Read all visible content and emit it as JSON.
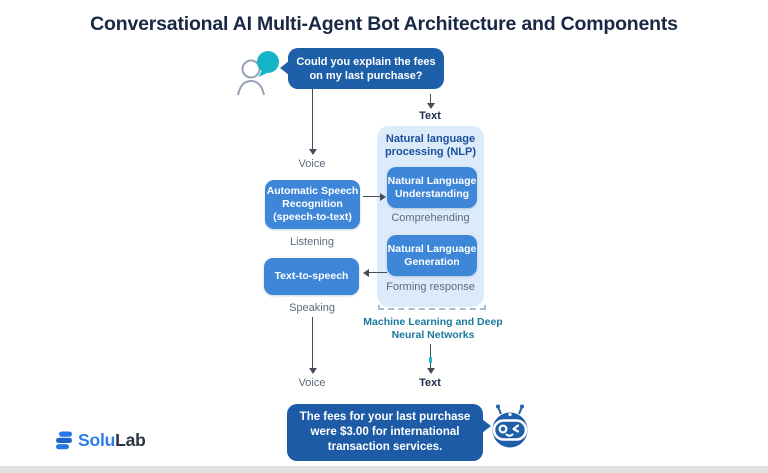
{
  "title": "Conversational AI Multi-Agent Bot Architecture and Components",
  "user": {
    "bubble": "Could you explain the fees\non my last purchase?"
  },
  "flow": {
    "text_top": "Text",
    "voice_top": "Voice",
    "asr": "Automatic Speech\nRecognition\n(speech-to-text)",
    "listening": "Listening",
    "tts": "Text-to-speech",
    "speaking": "Speaking",
    "voice_bottom": "Voice",
    "text_bottom": "Text"
  },
  "nlp": {
    "title": "Natural language\nprocessing (NLP)",
    "nlu": "Natural Language\nUnderstanding",
    "comprehending": "Comprehending",
    "nlg": "Natural Language\nGeneration",
    "forming_response": "Forming response",
    "ml": "Machine Learning and Deep\nNeural Networks"
  },
  "bot": {
    "bubble": "The fees for your last purchase\nwere $3.00 for international\ntransaction services."
  },
  "footer": {
    "logo_part1": "Solu",
    "logo_part2": "Lab"
  },
  "colors": {
    "dark_bubble": "#1d5fa8",
    "process_box_blue": "#3e86d8",
    "nlp_panel_blue": "#dcebf9",
    "teal_accent": "#14b5c6",
    "ml_text_teal": "#1a7a9c",
    "nlp_title_blue": "#1c4f9c",
    "label_gray": "#5d6b7d",
    "label_dark_navy": "#22304e",
    "logo_blue": "#2e7cf0"
  }
}
